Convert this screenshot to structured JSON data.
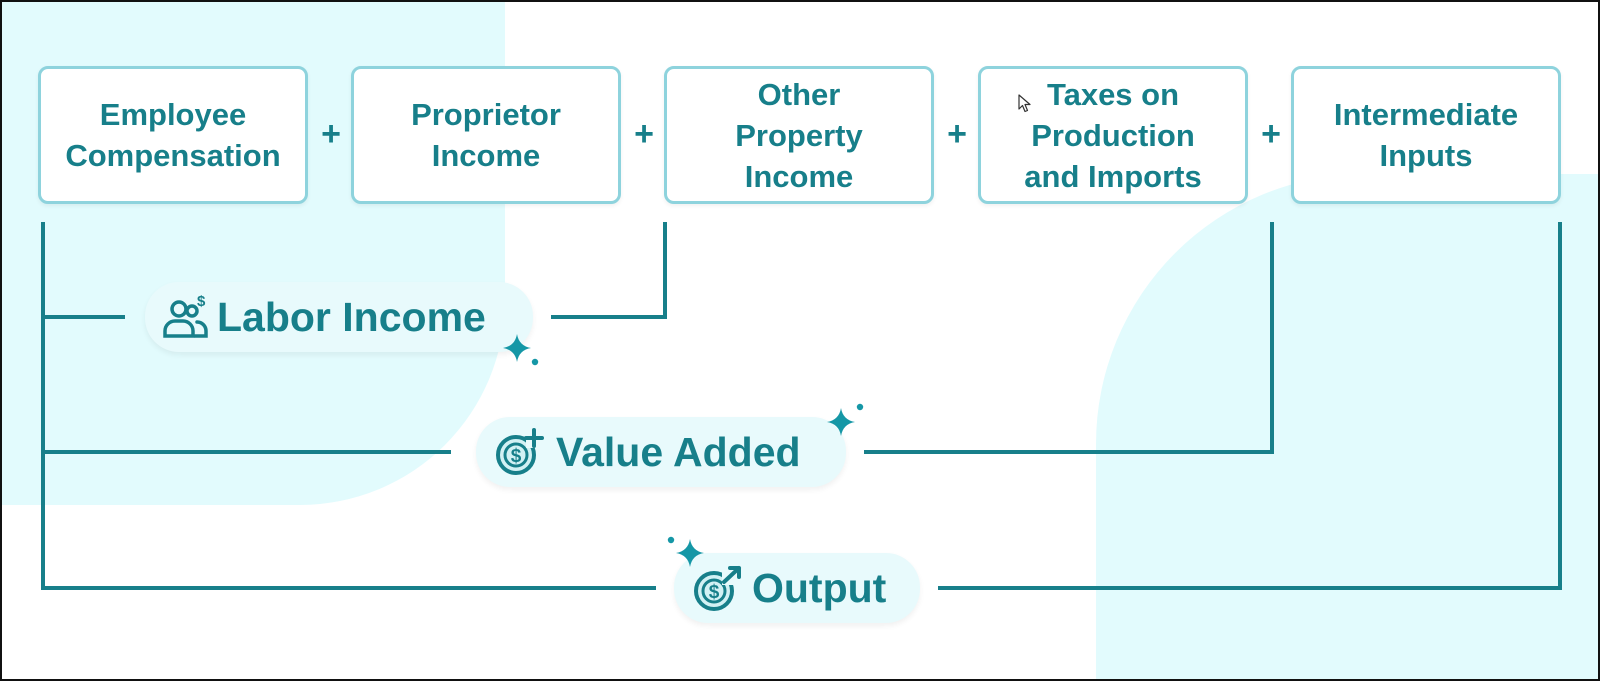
{
  "components": [
    {
      "label": "Employee\nCompensation"
    },
    {
      "label": "Proprietor\nIncome"
    },
    {
      "label": "Other\nProperty\nIncome"
    },
    {
      "label": "Taxes on\nProduction\nand Imports"
    },
    {
      "label": "Intermediate\nInputs"
    }
  ],
  "operator": "+",
  "aggregates": {
    "labor_income": {
      "label": "Labor Income",
      "icon": "people-dollar-icon"
    },
    "value_added": {
      "label": "Value Added",
      "icon": "dollar-plus-icon"
    },
    "output": {
      "label": "Output",
      "icon": "dollar-growth-icon"
    }
  },
  "colors": {
    "teal": "#177f8a",
    "box_border": "#8ed3dd",
    "sparkle": "#1597a6",
    "background_blob": "#e2fbfd"
  }
}
